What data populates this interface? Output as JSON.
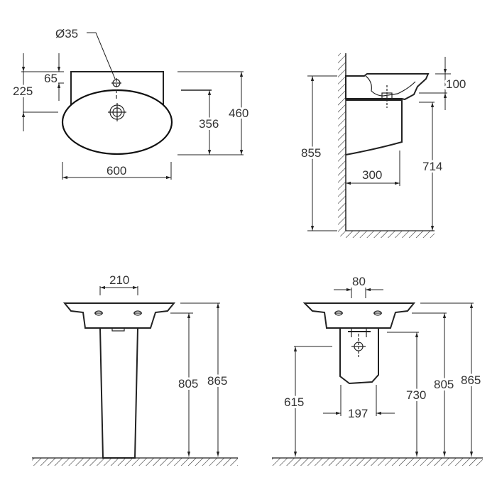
{
  "top_view": {
    "hole_diameter": "Ø35",
    "dim_225": "225",
    "dim_65": "65",
    "dim_600": "600",
    "dim_356": "356",
    "dim_460": "460"
  },
  "side_view": {
    "dim_855": "855",
    "dim_100": "100",
    "dim_714": "714",
    "dim_300": "300"
  },
  "pedestal_view": {
    "dim_210": "210",
    "dim_805": "805",
    "dim_865": "865"
  },
  "semi_pedestal_view": {
    "dim_80": "80",
    "dim_615": "615",
    "dim_197": "197",
    "dim_730": "730",
    "dim_805": "805",
    "dim_865": "865"
  }
}
